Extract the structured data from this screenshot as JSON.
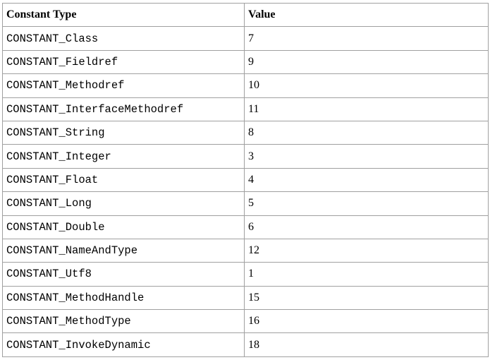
{
  "table": {
    "headers": [
      "Constant Type",
      "Value"
    ],
    "rows": [
      {
        "name": "CONSTANT_Class",
        "value": "7"
      },
      {
        "name": "CONSTANT_Fieldref",
        "value": "9"
      },
      {
        "name": "CONSTANT_Methodref",
        "value": "10"
      },
      {
        "name": "CONSTANT_InterfaceMethodref",
        "value": "11"
      },
      {
        "name": "CONSTANT_String",
        "value": "8"
      },
      {
        "name": "CONSTANT_Integer",
        "value": "3"
      },
      {
        "name": "CONSTANT_Float",
        "value": "4"
      },
      {
        "name": "CONSTANT_Long",
        "value": "5"
      },
      {
        "name": "CONSTANT_Double",
        "value": "6"
      },
      {
        "name": "CONSTANT_NameAndType",
        "value": "12"
      },
      {
        "name": "CONSTANT_Utf8",
        "value": "1"
      },
      {
        "name": "CONSTANT_MethodHandle",
        "value": "15"
      },
      {
        "name": "CONSTANT_MethodType",
        "value": "16"
      },
      {
        "name": "CONSTANT_InvokeDynamic",
        "value": "18"
      }
    ]
  }
}
